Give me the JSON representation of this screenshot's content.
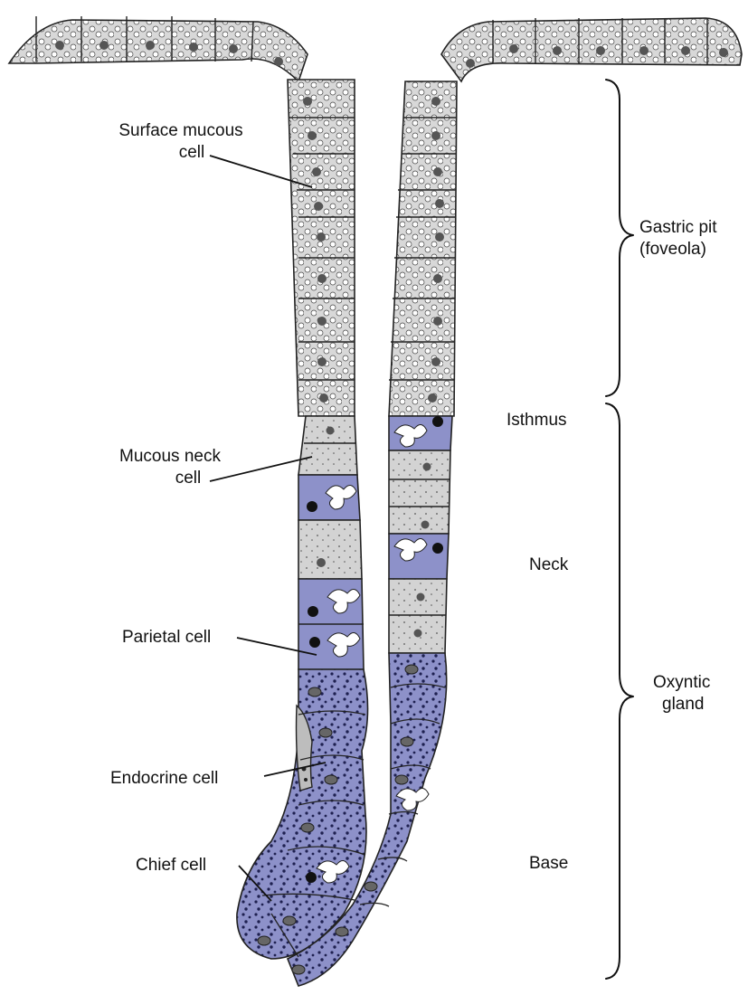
{
  "labels": {
    "surface_mucous": [
      "Surface mucous",
      "cell"
    ],
    "mucous_neck": [
      "Mucous neck",
      "cell"
    ],
    "parietal": "Parietal cell",
    "endocrine": "Endocrine cell",
    "chief": "Chief cell"
  },
  "regions": {
    "gastric_pit": [
      "Gastric pit",
      "(foveola)"
    ],
    "isthmus": "Isthmus",
    "neck": "Neck",
    "oxyntic_gland": [
      "Oxyntic",
      "gland"
    ],
    "base": "Base"
  },
  "colors": {
    "mucous_cell_fill": "#d6d6d6",
    "gland_cell_fill": "#8d91c9",
    "endocrine_fill": "#bdbdbd",
    "outline": "#222222",
    "nucleus": "#555555"
  }
}
